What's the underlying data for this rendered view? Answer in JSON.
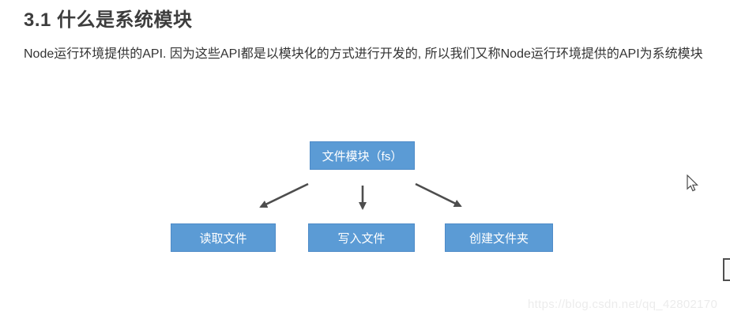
{
  "document": {
    "heading": "3.1 什么是系统模块",
    "paragraph": "Node运行环境提供的API. 因为这些API都是以模块化的方式进行开发的, 所以我们又称Node运行环境提供的API为系统模块"
  },
  "diagram": {
    "type": "flow-tree",
    "root_label": "文件模块（fs）",
    "children": [
      {
        "label": "读取文件"
      },
      {
        "label": "写入文件"
      },
      {
        "label": "创建文件夹"
      }
    ],
    "arrows": [
      {
        "from": "文件模块（fs）",
        "to": "读取文件"
      },
      {
        "from": "文件模块（fs）",
        "to": "写入文件"
      },
      {
        "from": "文件模块（fs）",
        "to": "创建文件夹"
      }
    ],
    "colors": {
      "box_fill": "#5b9bd5",
      "box_border": "#4e8bc8",
      "box_text": "#ffffff",
      "arrow": "#4d4d4d"
    }
  },
  "watermark": {
    "text": "https://blog.csdn.net/qq_42802170"
  },
  "cursor": {
    "icon": "mouse-pointer-icon"
  }
}
